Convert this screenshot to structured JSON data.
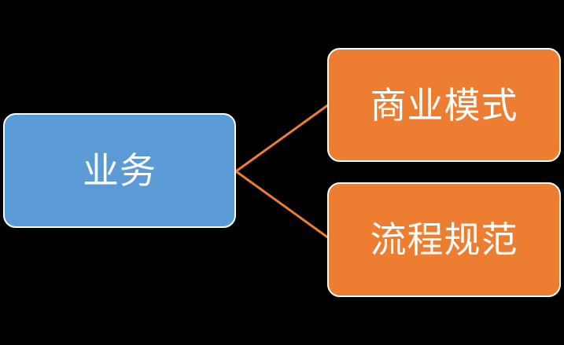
{
  "diagram": {
    "type": "hierarchy",
    "background_color": "#000000",
    "connector_color": "#ED7D31",
    "root": {
      "label": "业务",
      "fill_color": "#5B9BD5",
      "border_color": "#FFFFFF",
      "text_color": "#FFFFFF"
    },
    "children": [
      {
        "label": "商业模式",
        "fill_color": "#ED7D31",
        "border_color": "#FFFFFF",
        "text_color": "#FFFFFF"
      },
      {
        "label": "流程规范",
        "fill_color": "#ED7D31",
        "border_color": "#FFFFFF",
        "text_color": "#FFFFFF"
      }
    ]
  }
}
